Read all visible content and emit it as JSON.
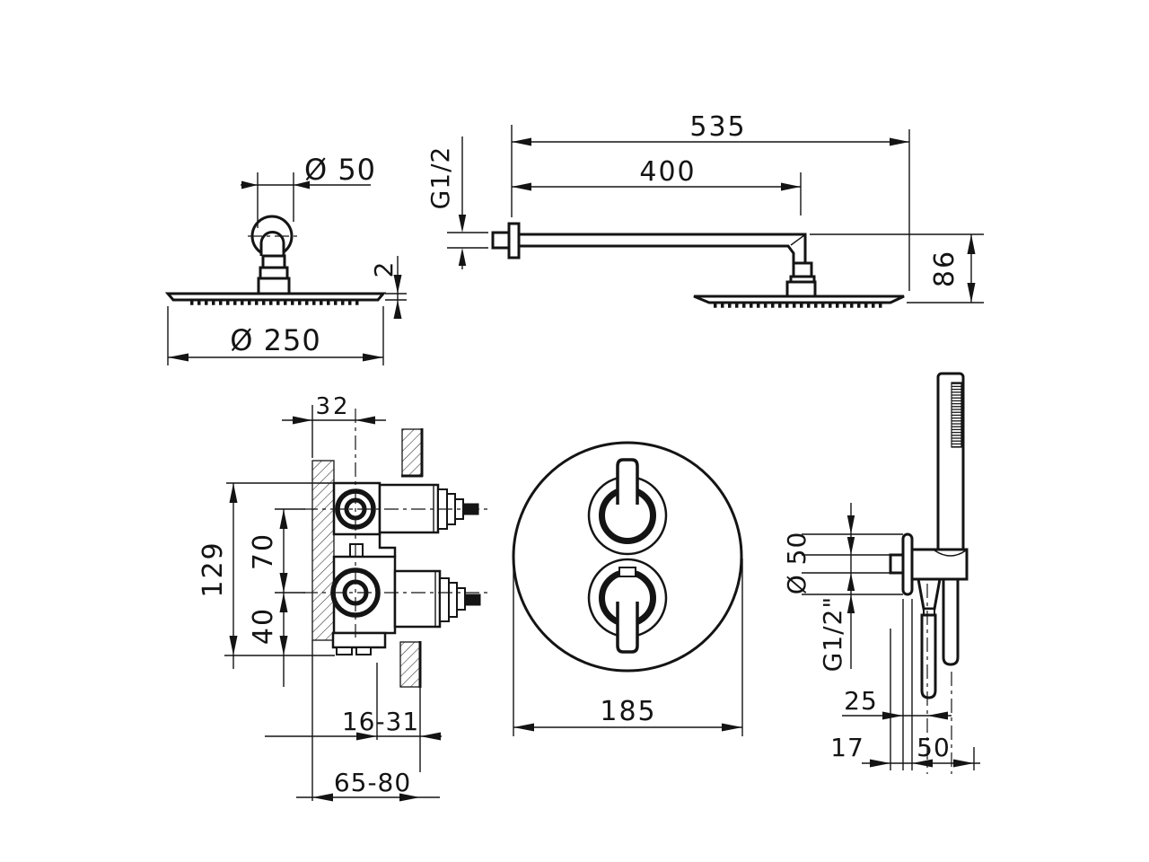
{
  "drawing_type": "shower-system-installation-dimensions",
  "colors": {
    "line": "#141414",
    "background": "#ffffff"
  },
  "views": {
    "head_side": {
      "mount_dia": "Ø 50",
      "head_dia": "Ø 250",
      "thickness": "2"
    },
    "arm_side": {
      "total_length": "535",
      "arm_length": "400",
      "thread": "G1/2",
      "drop_height": "86"
    },
    "valve_section": {
      "depth_to_axis": "32",
      "body_height": "129",
      "port_spacing": "70",
      "bottom_offset": "40",
      "recess_range": "16-31",
      "embed_range": "65-80"
    },
    "plate_front": {
      "plate_dia": "185"
    },
    "hand_shower": {
      "holder_dia": "Ø 50",
      "thread": "G1/2\"",
      "hose_offset": "25",
      "elbow_offset": "17",
      "handle_offset": "50"
    }
  }
}
